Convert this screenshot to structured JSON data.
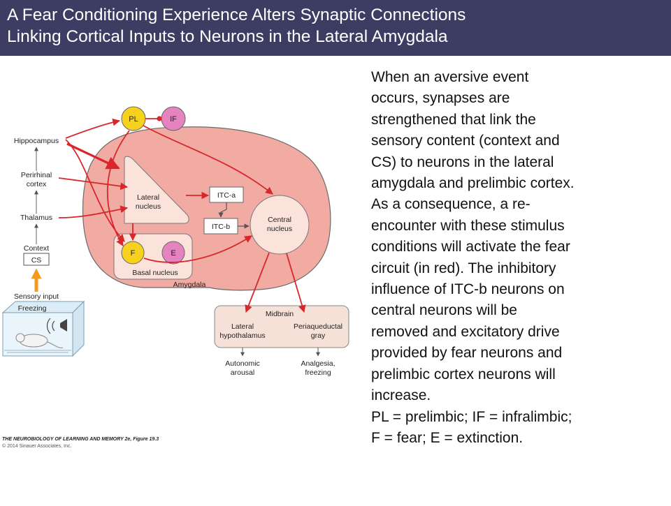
{
  "title": {
    "line1": "A Fear Conditioning Experience Alters Synaptic Connections",
    "line2": "Linking Cortical Inputs to Neurons in the Lateral Amygdala"
  },
  "diagram": {
    "inputs": {
      "hippocampus": "Hippocampus",
      "perirhinal_1": "Perirhinal",
      "perirhinal_2": "cortex",
      "thalamus": "Thalamus",
      "context": "Context",
      "cs": "CS",
      "sensory_input": "Sensory input",
      "freezing": "Freezing"
    },
    "nodes": {
      "pl": "PL",
      "if": "IF",
      "lateral_1": "Lateral",
      "lateral_2": "nucleus",
      "itc_a": "ITC-a",
      "itc_b": "ITC-b",
      "central_1": "Central",
      "central_2": "nucleus",
      "f": "F",
      "e": "E",
      "basal": "Basal nucleus",
      "amygdala": "Amygdala",
      "midbrain": "Midbrain",
      "lat_hyp_1": "Lateral",
      "lat_hyp_2": "hypothalamus",
      "pag_1": "Periaqueductal",
      "pag_2": "gray"
    },
    "outputs": {
      "autonomic_1": "Autonomic",
      "autonomic_2": "arousal",
      "analgesia_1": "Analgesia,",
      "analgesia_2": "freezing"
    },
    "colors": {
      "circuit": "#d8262b",
      "amygdala_fill": "#f2aba3",
      "node_fill": "#fbe3dc",
      "pl_fill": "#f6d21e",
      "if_fill": "#e582c0",
      "input_arrow": "#f39a1f"
    }
  },
  "caption": {
    "line1": "THE NEUROBIOLOGY OF LEARNING AND MEMORY 2e, Figure 19.3",
    "line2": "© 2014 Sinauer Associates, Inc."
  },
  "description": {
    "lines": [
      "When an aversive event",
      "occurs, synapses are",
      "strengthened that link the",
      "sensory content (context and",
      "CS) to neurons in the lateral",
      "amygdala and prelimbic cortex.",
      "As a consequence, a re-",
      "encounter with these stimulus",
      "conditions will activate the fear",
      "circuit (in red). The inhibitory",
      "influence of ITC-b neurons on",
      "central neurons will be",
      "removed and excitatory drive",
      "provided by fear neurons and",
      "prelimbic cortex neurons will",
      "increase.",
      "PL = prelimbic; IF = infralimbic;",
      "F = fear; E = extinction."
    ]
  }
}
